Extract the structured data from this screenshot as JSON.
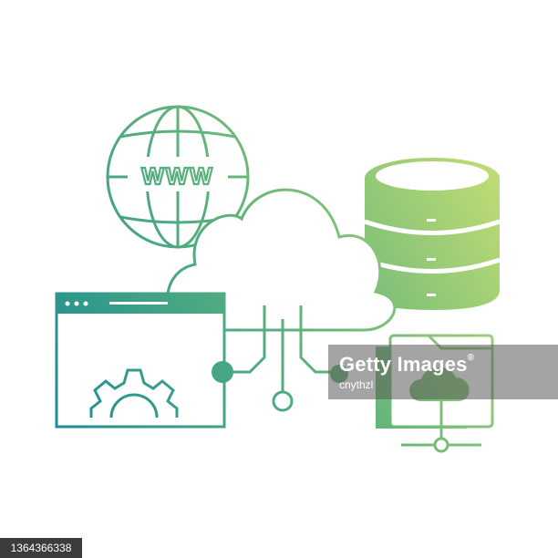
{
  "illustration": {
    "globe_label": "WWW",
    "colors": {
      "gradient_start": "#1a8c95",
      "gradient_mid": "#5fb37a",
      "gradient_end": "#c8df74"
    },
    "icons": [
      "globe-icon",
      "cloud-icon",
      "database-icon",
      "browser-window-icon",
      "gear-icon",
      "cloud-folder-icon",
      "network-node-icon"
    ]
  },
  "watermark": {
    "brand": "Getty Images",
    "trademark": "®",
    "credit": "cnythzl"
  },
  "stock_id": "1364366338"
}
